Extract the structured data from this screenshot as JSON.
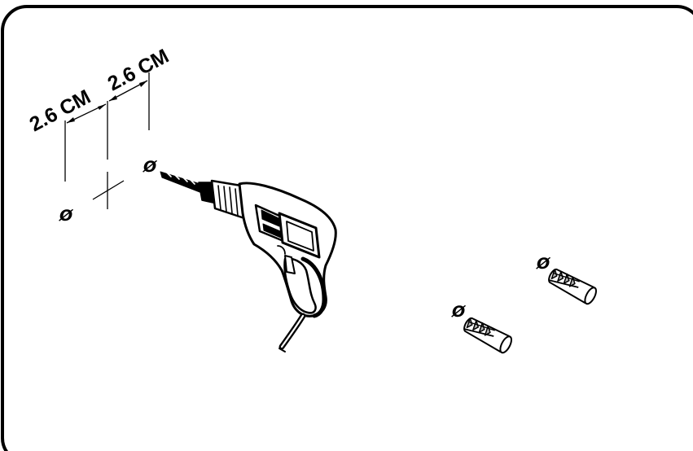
{
  "dimensions": [
    {
      "label": "2.6 CM"
    },
    {
      "label": "2.6 CM"
    }
  ],
  "symbols": {
    "diameter": "Ø"
  },
  "colors": {
    "ink": "#000000",
    "background": "#ffffff",
    "fill": "#ffffff",
    "shade": "#b5b5b5"
  }
}
